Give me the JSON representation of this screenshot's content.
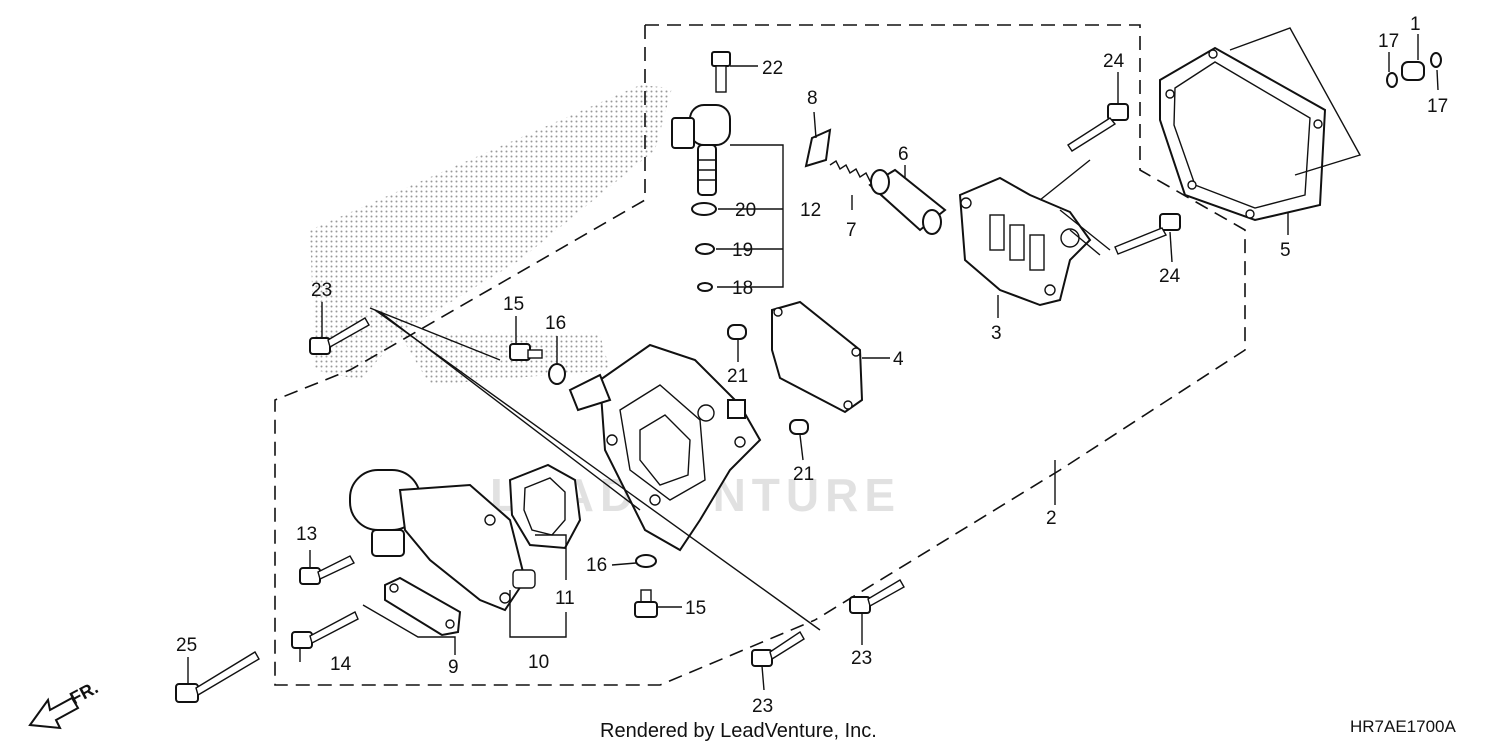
{
  "watermark": "LEADVENTURE",
  "footer": {
    "rendered_by": "Rendered by LeadVenture, Inc.",
    "diagram_code": "HR7AE1700A"
  },
  "front_marker": "FR.",
  "callouts": [
    "1",
    "2",
    "3",
    "4",
    "5",
    "6",
    "7",
    "8",
    "9",
    "10",
    "11",
    "12",
    "13",
    "14",
    "15",
    "15",
    "16",
    "16",
    "17",
    "17",
    "18",
    "19",
    "20",
    "21",
    "21",
    "22",
    "23",
    "23",
    "23",
    "24",
    "24",
    "25"
  ]
}
